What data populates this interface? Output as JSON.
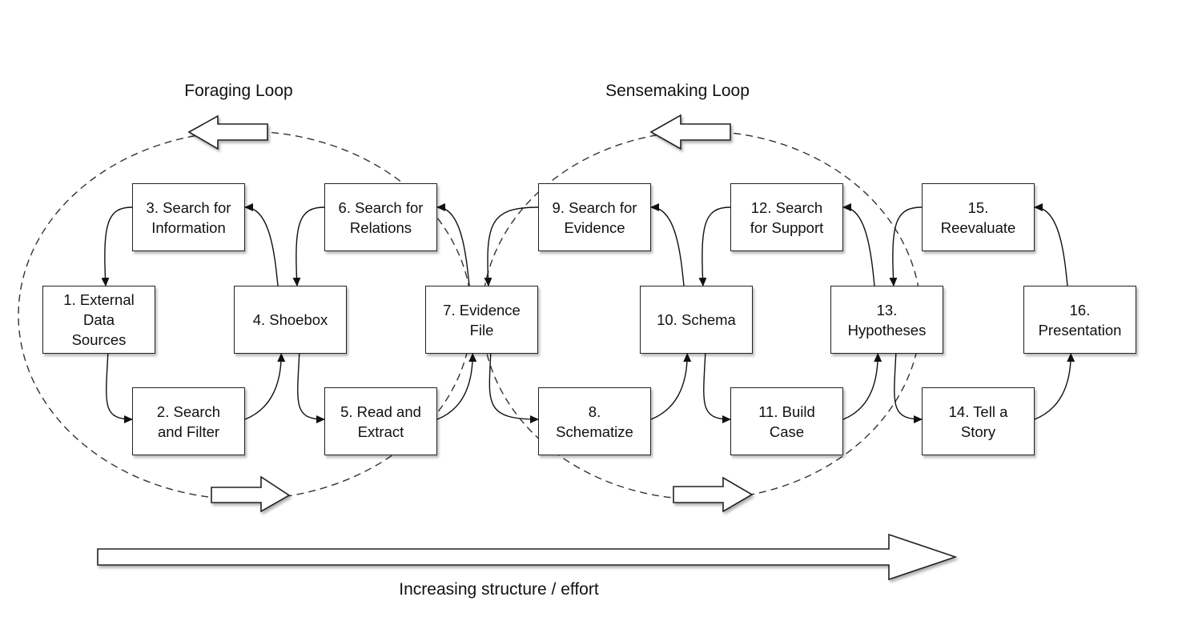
{
  "diagram": {
    "title_foraging": "Foraging Loop",
    "title_sensemaking": "Sensemaking Loop",
    "axis_label": "Increasing structure / effort",
    "colors": {
      "stroke": "#222222",
      "fill": "#ffffff",
      "text": "#111111"
    },
    "nodes": [
      {
        "id": 1,
        "label": "1. External\nData\nSources",
        "loop": "foraging"
      },
      {
        "id": 2,
        "label": "2. Search\nand Filter",
        "loop": "foraging"
      },
      {
        "id": 3,
        "label": "3. Search for\nInformation",
        "loop": "foraging"
      },
      {
        "id": 4,
        "label": "4. Shoebox",
        "loop": "foraging"
      },
      {
        "id": 5,
        "label": "5. Read and\nExtract",
        "loop": "foraging"
      },
      {
        "id": 6,
        "label": "6. Search for\nRelations",
        "loop": "foraging"
      },
      {
        "id": 7,
        "label": "7. Evidence\nFile",
        "loop": "both"
      },
      {
        "id": 8,
        "label": "8.\nSchematize",
        "loop": "sensemaking"
      },
      {
        "id": 9,
        "label": "9. Search for\nEvidence",
        "loop": "sensemaking"
      },
      {
        "id": 10,
        "label": "10. Schema",
        "loop": "sensemaking"
      },
      {
        "id": 11,
        "label": "11. Build\nCase",
        "loop": "sensemaking"
      },
      {
        "id": 12,
        "label": "12. Search\nfor Support",
        "loop": "sensemaking"
      },
      {
        "id": 13,
        "label": "13.\nHypotheses",
        "loop": "sensemaking"
      },
      {
        "id": 14,
        "label": "14. Tell a\nStory",
        "loop": "none"
      },
      {
        "id": 15,
        "label": "15.\nReevaluate",
        "loop": "none"
      },
      {
        "id": 16,
        "label": "16.\nPresentation",
        "loop": "none"
      }
    ],
    "edges": [
      {
        "from": 3,
        "to": 1
      },
      {
        "from": 1,
        "to": 2
      },
      {
        "from": 2,
        "to": 4
      },
      {
        "from": 4,
        "to": 3
      },
      {
        "from": 6,
        "to": 4
      },
      {
        "from": 4,
        "to": 5
      },
      {
        "from": 5,
        "to": 7
      },
      {
        "from": 7,
        "to": 6
      },
      {
        "from": 9,
        "to": 7
      },
      {
        "from": 7,
        "to": 8
      },
      {
        "from": 8,
        "to": 10
      },
      {
        "from": 10,
        "to": 9
      },
      {
        "from": 12,
        "to": 10
      },
      {
        "from": 10,
        "to": 11
      },
      {
        "from": 11,
        "to": 13
      },
      {
        "from": 13,
        "to": 12
      },
      {
        "from": 15,
        "to": 13
      },
      {
        "from": 13,
        "to": 14
      },
      {
        "from": 14,
        "to": 16
      },
      {
        "from": 16,
        "to": 15
      }
    ],
    "loop_arrows": [
      {
        "loop": "foraging",
        "position": "top",
        "direction": "left"
      },
      {
        "loop": "foraging",
        "position": "bottom",
        "direction": "right"
      },
      {
        "loop": "sensemaking",
        "position": "top",
        "direction": "left"
      },
      {
        "loop": "sensemaking",
        "position": "bottom",
        "direction": "right"
      }
    ],
    "axis_arrow": {
      "direction": "right"
    }
  }
}
